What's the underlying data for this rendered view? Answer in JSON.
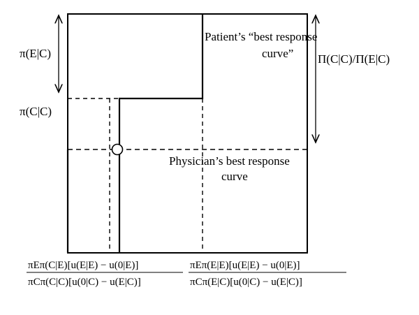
{
  "labels": {
    "pi_e_given_c": "π(E|C)",
    "pi_c_given_c": "π(C|C)",
    "ratio": "Π(C|C)/Π(E|C)",
    "patient_curve_line1": "Patient’s “best response",
    "patient_curve_line2": "curve”",
    "physician_curve_line1": "Physician’s best response",
    "physician_curve_line2": "curve"
  },
  "thresholds": {
    "left": {
      "numerator": "πEπ(C|E)[u(E|E) − u(0|E)]",
      "denominator": "πCπ(C|C)[u(0|C) − u(E|C)]"
    },
    "right": {
      "numerator": "πEπ(E|E)[u(E|E) − u(0|E)]",
      "denominator": "πCπ(E|C)[u(0|C) − u(E|C)]"
    }
  }
}
